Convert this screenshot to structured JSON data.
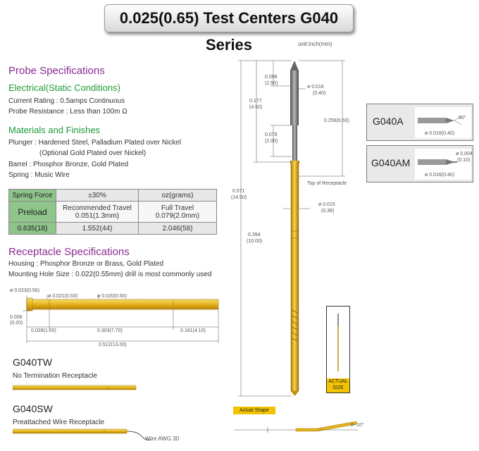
{
  "title": "0.025(0.65) Test Centers G040 Series",
  "unit_note": "unit:inch(mm)",
  "probe_spec": {
    "heading": "Probe Specifications",
    "electrical_heading": "Electrical(Static Conditions)",
    "current_rating": "Current Rating : 0.5amps Continuous",
    "probe_resistance": "Probe Resistance : Less than 100m Ω",
    "materials_heading": "Materials and Finishes",
    "plunger_line1": "Plunger : Hardened Steel, Palladium Plated over Nickel",
    "plunger_line2": "(Optional Gold Plated over Nickel)",
    "barrel": "Barrel : Phosphor Bronze, Gold Plated",
    "spring": "Spring : Music Wire"
  },
  "spring_table": {
    "h_spring_force": "Spring Force",
    "h_tolerance": "±30%",
    "h_unit": "oz(grams)",
    "preload_label": "Preload",
    "recommended_travel_label": "Recommended Travel",
    "recommended_travel_value": "0.051(1.3mm)",
    "full_travel_label": "Full Travel",
    "full_travel_value": "0.079(2.0mm)",
    "preload_value": "0.635(18)",
    "recommended_force": "1.552(44)",
    "full_force": "2.046(58)"
  },
  "receptacle_spec": {
    "heading": "Receptacle Specifications",
    "housing": "Housing : Phosphor Bronze or Brass, Gold Plated",
    "mounting": "Mounting Hole Size : 0.022(0.55mm) drill is most commonly used"
  },
  "receptacle_dims": {
    "d1": "ø 0.023(0.58)",
    "d2": "ø 0.021(0.53)",
    "d3": "ø 0.020(0.50)",
    "d4a": "0.008",
    "d4b": "(0.20)",
    "len1": "0.039(1.00)",
    "len2": "0.303(7.70)",
    "len3": "0.161(4.10)",
    "total": "0.512(13.00)"
  },
  "g040tw": {
    "name": "G040TW",
    "desc": "No Termination Receptacle"
  },
  "g040sw": {
    "name": "G040SW",
    "desc": "Preattached Wire Receptacle",
    "wire": "Wire AWG 30"
  },
  "probe_dims": {
    "a1": "0.098",
    "a2": "(2.50)",
    "b1": "0.177",
    "b2": "(4.50)",
    "c1": "0.079",
    "c2": "(2.00)",
    "d1": "ø 0.016",
    "d2": "(0.40)",
    "e1": "0.256(6.50)",
    "top_receptacle": "Top of Receptacle",
    "f1": "ø 0.015",
    "f2": "(0.38)",
    "g1": "0.571",
    "g2": "(14.50)",
    "h1": "0.394",
    "h2": "(10.00)"
  },
  "models": [
    {
      "name": "G040A",
      "dim_a": "ø 0.016(0.40)",
      "angle": "60°"
    },
    {
      "name": "G040AM",
      "dim_a": "ø 0.016(0.40)",
      "dim_b1": "ø 0.004",
      "dim_b2": "(0.10)"
    }
  ],
  "actual_size": {
    "line1": "ACTUAL",
    "line2": "SIZE"
  },
  "actual_shape": {
    "label": "Actual Shape",
    "angle": "8~10°"
  },
  "colors": {
    "gold": "#e5b21a",
    "purple": "#8a2a92",
    "green": "#1f9a3a",
    "table_green": "#8fc48a"
  }
}
